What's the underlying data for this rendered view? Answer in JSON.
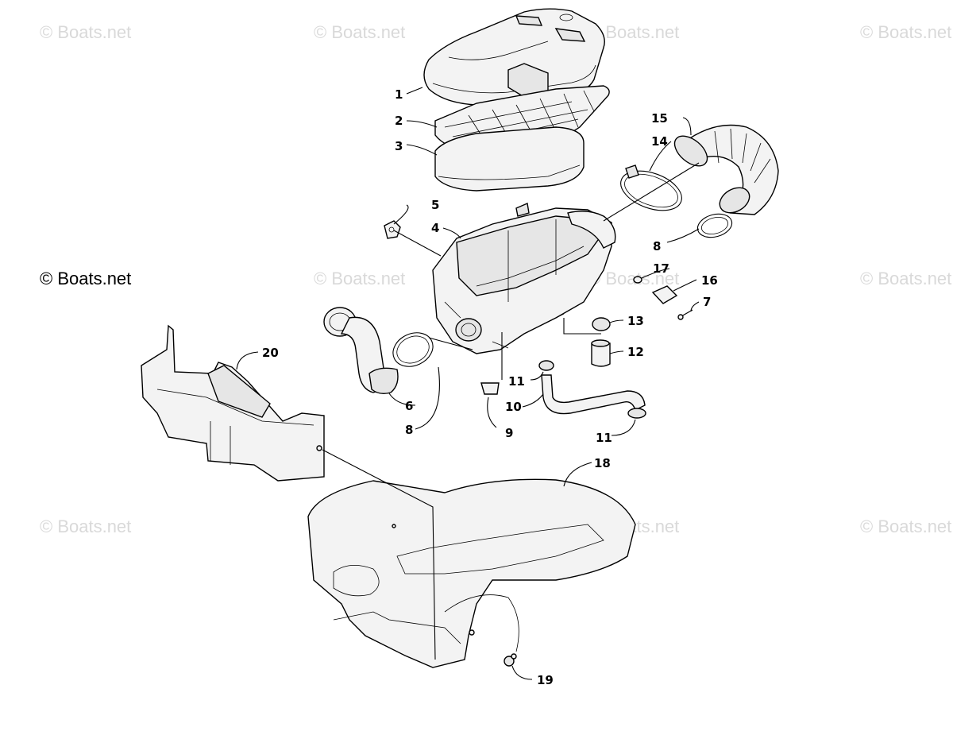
{
  "watermark": {
    "text": "© Boats.net",
    "main_text": "© Boats.net"
  },
  "callouts": {
    "c1": "1",
    "c2": "2",
    "c3": "3",
    "c4": "4",
    "c5": "5",
    "c6": "6",
    "c7": "7",
    "c8a": "8",
    "c8b": "8",
    "c9": "9",
    "c10": "10",
    "c11a": "11",
    "c11b": "11",
    "c12": "12",
    "c13": "13",
    "c14": "14",
    "c15": "15",
    "c16": "16",
    "c17": "17",
    "c18": "18",
    "c19": "19",
    "c20": "20"
  }
}
